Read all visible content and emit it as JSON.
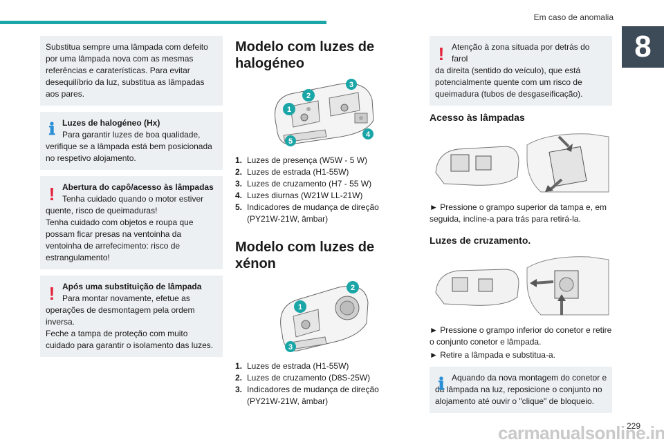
{
  "header": {
    "title": "Em caso de anomalia",
    "chapter": "8",
    "page_number": "229"
  },
  "col1": {
    "intro": "Substitua sempre uma lâmpada com defeito por uma lâmpada nova com as mesmas referências e caraterísticas. Para evitar desequilíbrio da luz, substitua as lâmpadas aos pares.",
    "info_box": {
      "title": "Luzes de halogéneo (Hx)",
      "text1": "Para garantir luzes de boa qualidade,",
      "text2": "verifique se a lâmpada está bem posicionada no respetivo alojamento."
    },
    "warn_box1": {
      "title": "Abertura do capô/acesso às lâmpadas",
      "text1": "Tenha cuidado quando o motor estiver",
      "text2": "quente, risco de queimaduras!",
      "text3": "Tenha cuidado com objetos e roupa que possam ficar presas na ventoinha da ventoinha de arrefecimento: risco de estrangulamento!"
    },
    "warn_box2": {
      "title": "Após uma substituição de lâmpada",
      "text1": "Para montar novamente, efetue as",
      "text2": "operações de desmontagem pela ordem inversa.",
      "text3": "Feche a tampa de proteção com muito cuidado para garantir o isolamento das luzes."
    }
  },
  "col2": {
    "halogen_title": "Modelo com luzes de halogéneo",
    "halogen_items": [
      {
        "n": "1.",
        "text": "Luzes de presença (W5W - 5 W)"
      },
      {
        "n": "2.",
        "text": "Luzes de estrada (H1-55W)"
      },
      {
        "n": "3.",
        "text": "Luzes de cruzamento (H7 - 55 W)"
      },
      {
        "n": "4.",
        "text": "Luzes diurnas (W21W LL-21W)"
      },
      {
        "n": "5.",
        "text": "Indicadores de mudança de direção (PY21W-21W, âmbar)"
      }
    ],
    "halogen_callouts": [
      "1",
      "2",
      "3",
      "4",
      "5"
    ],
    "xenon_title": "Modelo com luzes de xénon",
    "xenon_items": [
      {
        "n": "1.",
        "text": "Luzes de estrada (H1-55W)"
      },
      {
        "n": "2.",
        "text": "Luzes de cruzamento (D8S-25W)"
      },
      {
        "n": "3.",
        "text": "Indicadores de mudança de direção (PY21W-21W, âmbar)"
      }
    ],
    "xenon_callouts": [
      "1",
      "2",
      "3"
    ]
  },
  "col3": {
    "warn_text1": "Atenção à zona situada por detrás do farol",
    "warn_text2": "da direita (sentido do veículo), que está potencialmente quente com um risco de queimadura (tubos de desgaseificação).",
    "access_title": "Acesso às lâmpadas",
    "access_step": "► Pressione o grampo superior da tampa e, em seguida, incline-a para trás para retirá-la.",
    "low_beam_title": "Luzes de cruzamento.",
    "low_beam_step1": "► Pressione o grampo inferior do conetor e retire o conjunto conetor e lâmpada.",
    "low_beam_step2": "► Retire a lâmpada e substitua-a.",
    "info_text1": "Aquando da nova montagem do conetor e",
    "info_text2": "da lâmpada na luz, reposicione o conjunto no alojamento até ouvir o \"clique\" de bloqueio."
  },
  "watermark": "carmanualsonline.info",
  "colors": {
    "accent": "#1aa5a7",
    "box_bg": "#edf0f2",
    "warn": "#e3203a",
    "info": "#2a8fd6",
    "tab": "#3d4a57"
  }
}
